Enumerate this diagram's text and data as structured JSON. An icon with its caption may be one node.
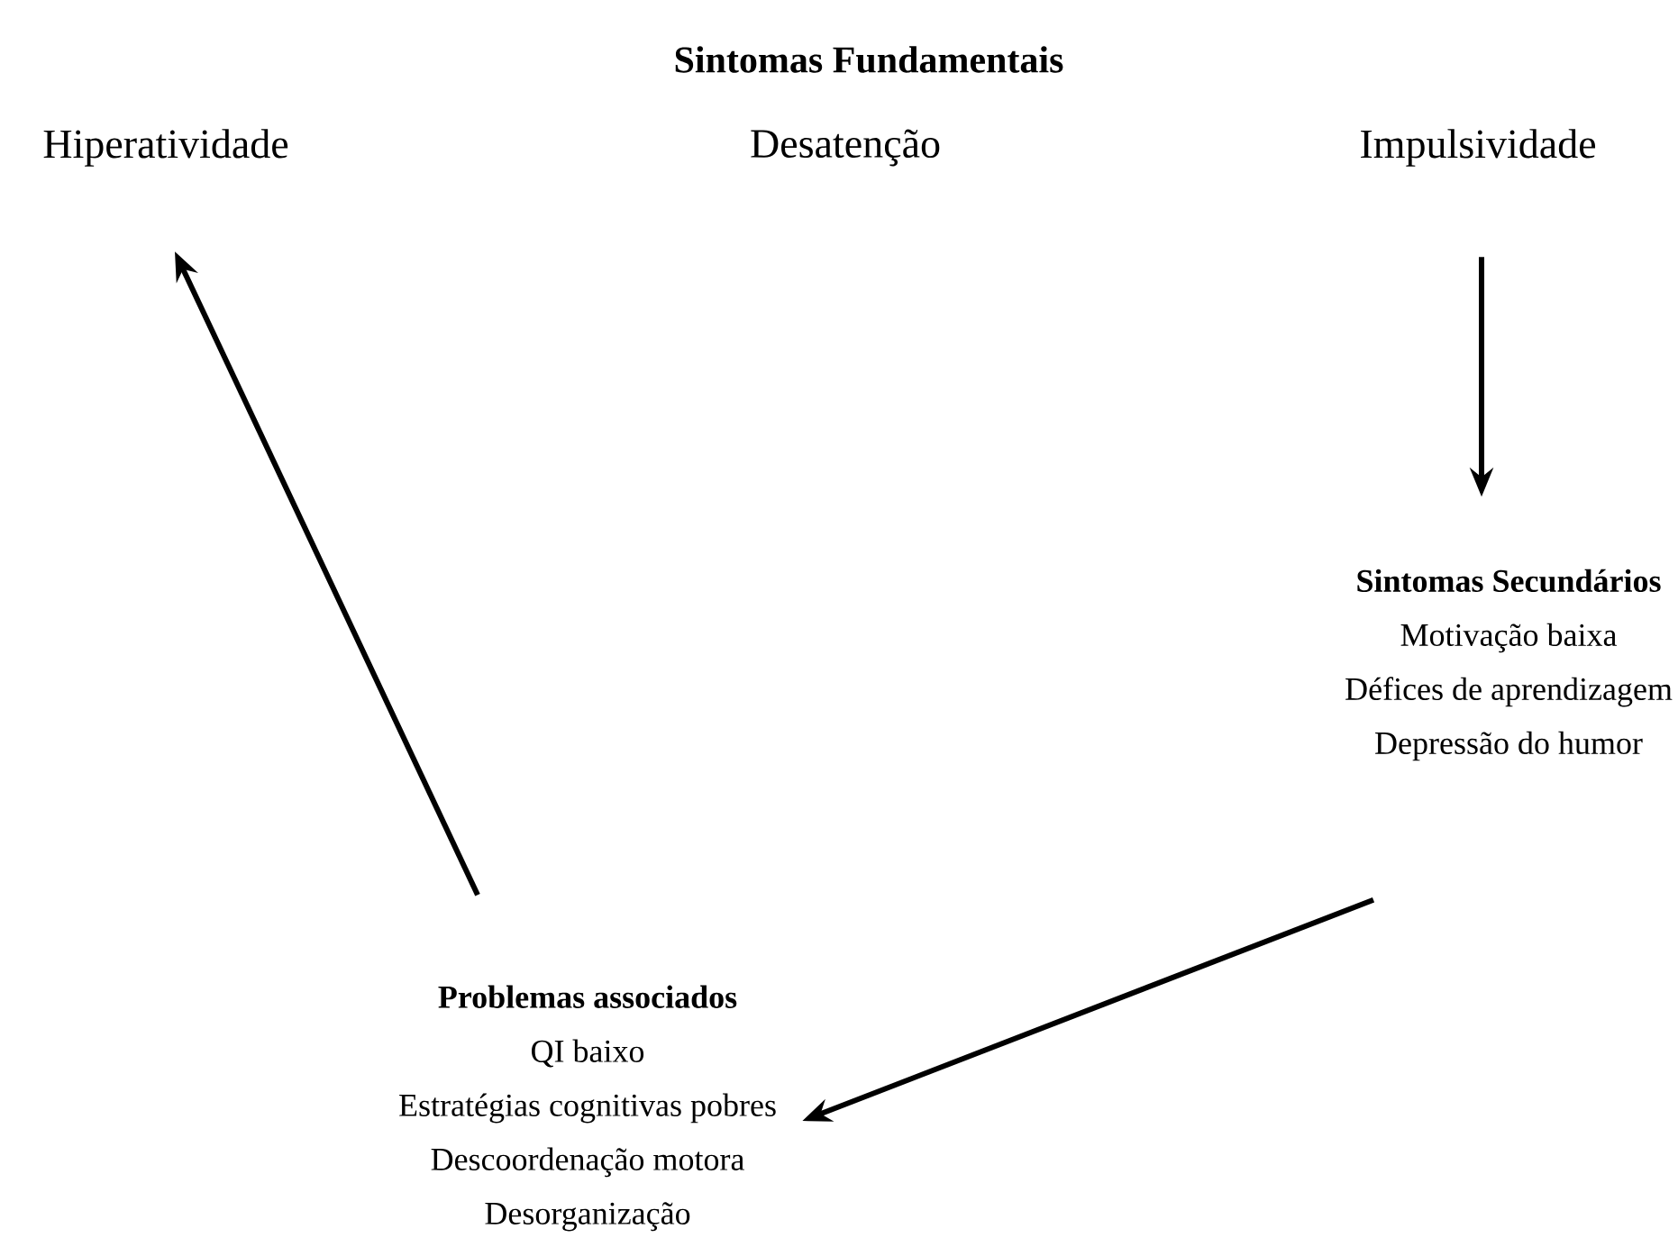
{
  "diagram": {
    "title": "Sintomas Fundamentais",
    "nodes": [
      {
        "text": [
          "Hiperatividade"
        ]
      },
      {
        "text": [
          "Desatenção"
        ]
      },
      {
        "text": [
          "Impulsividade"
        ]
      },
      {
        "text": [
          "Sintomas Secundários",
          "Motivação baixa",
          "Défices de aprendizagem",
          "Depressão do humor"
        ]
      },
      {
        "text": [
          "Problemas associados",
          "QI baixo",
          "Estratégias cognitivas pobres",
          "Descoordenação motora",
          "Desorganização"
        ]
      }
    ],
    "edges": [
      {
        "from": 2,
        "to": 3,
        "arrow": "to"
      },
      {
        "from": 3,
        "to": 4,
        "arrow": "to"
      },
      {
        "from": 4,
        "to": 0,
        "arrow": "to"
      }
    ]
  }
}
